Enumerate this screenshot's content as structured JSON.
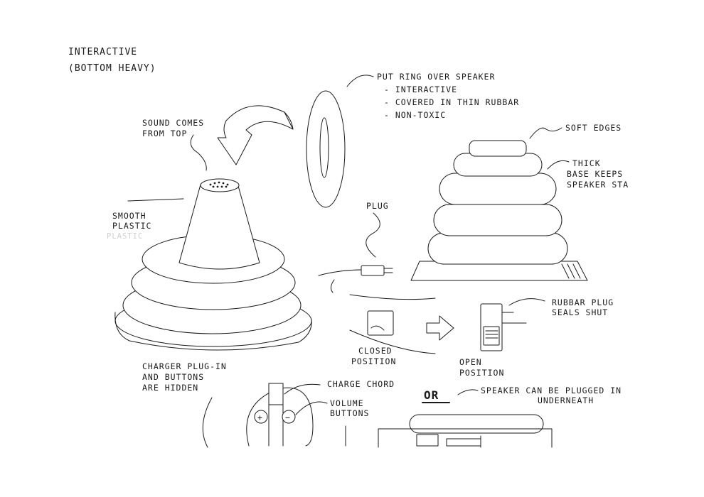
{
  "header": {
    "title": "INTERACTIVE",
    "subtitle": "(BOTTOM HEAVY)"
  },
  "labels": {
    "sound_line1": "SOUND COMES",
    "sound_line2": "FROM TOP",
    "smooth_line1": "SMOOTH",
    "smooth_line2": "PLASTIC",
    "smooth_ghost": "PLASTIC",
    "ring_line1": "PUT RING OVER SPEAKER",
    "ring_line2": "- INTERACTIVE",
    "ring_line3": "- COVERED IN THIN RUBBAR",
    "ring_line4": "- NON-TOXIC",
    "soft_edges": "SOFT EDGES",
    "thick_line1": "THICK",
    "thick_line2": "BASE KEEPS",
    "thick_line3": "SPEAKER STA",
    "plug": "PLUG",
    "rubbar_line1": "RUBBAR PLUG",
    "rubbar_line2": "SEALS SHUT",
    "closed_line1": "CLOSED",
    "closed_line2": "POSITION",
    "open_line1": "OPEN",
    "open_line2": "POSITION",
    "charger_line1": "CHARGER PLUG-IN",
    "charger_line2": "AND BUTTONS",
    "charger_line3": "ARE HIDDEN",
    "charge_chord": "CHARGE CHORD",
    "volume_line1": "VOLUME",
    "volume_line2": "BUTTONS",
    "or": "OR",
    "plugin_line1": "SPEAKER CAN BE PLUGGED IN",
    "plugin_line2": "UNDERNEATH",
    "plus": "+",
    "minus": "−"
  }
}
